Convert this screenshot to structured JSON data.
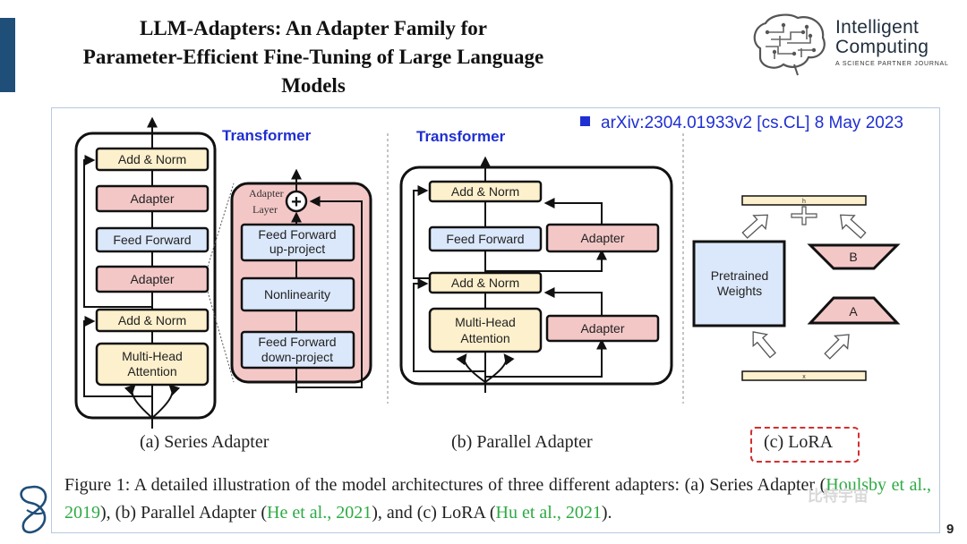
{
  "slide": {
    "title_lines": [
      "LLM-Adapters: An Adapter Family for",
      "Parameter-Efficient Fine-Tuning of Large Language",
      "Models"
    ],
    "page_number": "9",
    "accent_color": "#1f4e79"
  },
  "logo": {
    "line1": "Intelligent",
    "line2": "Computing",
    "tagline": "A SCIENCE PARTNER JOURNAL",
    "icon": "brain-circuit-icon"
  },
  "figure": {
    "arxiv": "arXiv:2304.01933v2 [cs.CL] 8 May 2023",
    "series": {
      "heading": "Transformer",
      "add_norm_top": "Add & Norm",
      "adapter_top": "Adapter",
      "feed_forward": "Feed Forward",
      "adapter_bottom": "Adapter",
      "add_norm_bottom": "Add & Norm",
      "mha_line1": "Multi-Head",
      "mha_line2": "Attention",
      "adapter_layer_line1": "Adapter",
      "adapter_layer_line2": "Layer",
      "ff_up_line1": "Feed Forward",
      "ff_up_line2": "up-project",
      "nonlinearity": "Nonlinearity",
      "ff_down_line1": "Feed Forward",
      "ff_down_line2": "down-project",
      "plus": "+",
      "caption": "(a) Series Adapter"
    },
    "parallel": {
      "heading": "Transformer",
      "add_norm_top": "Add & Norm",
      "feed_forward": "Feed Forward",
      "adapter_top": "Adapter",
      "add_norm_bottom": "Add & Norm",
      "mha_line1": "Multi-Head",
      "mha_line2": "Attention",
      "adapter_bottom": "Adapter",
      "caption": "(b) Parallel Adapter"
    },
    "lora": {
      "h_label": "h",
      "x_label": "x",
      "weights_line1": "Pretrained",
      "weights_line2": "Weights",
      "b_label": "B",
      "a_label": "A",
      "caption": "(c) LoRA"
    },
    "caption": {
      "prefix": "Figure 1:  A detailed illustration of the model architectures of three different adapters:  (a) Series Adapter (",
      "cite1": "Houlsby et al., 2019",
      "mid1": "), (b) Parallel Adapter (",
      "cite2": "He et al., 2021",
      "mid2": "), and (c) LoRA (",
      "cite3": "Hu et al., 2021",
      "suffix": ")."
    }
  },
  "watermark": "比特宇宙",
  "colors": {
    "pink": "#f4c7c7",
    "blue": "#dbe8fb",
    "yellow": "#fdf0cc",
    "heading_blue": "#1f2fd1",
    "cite_green": "#2eaa44"
  }
}
